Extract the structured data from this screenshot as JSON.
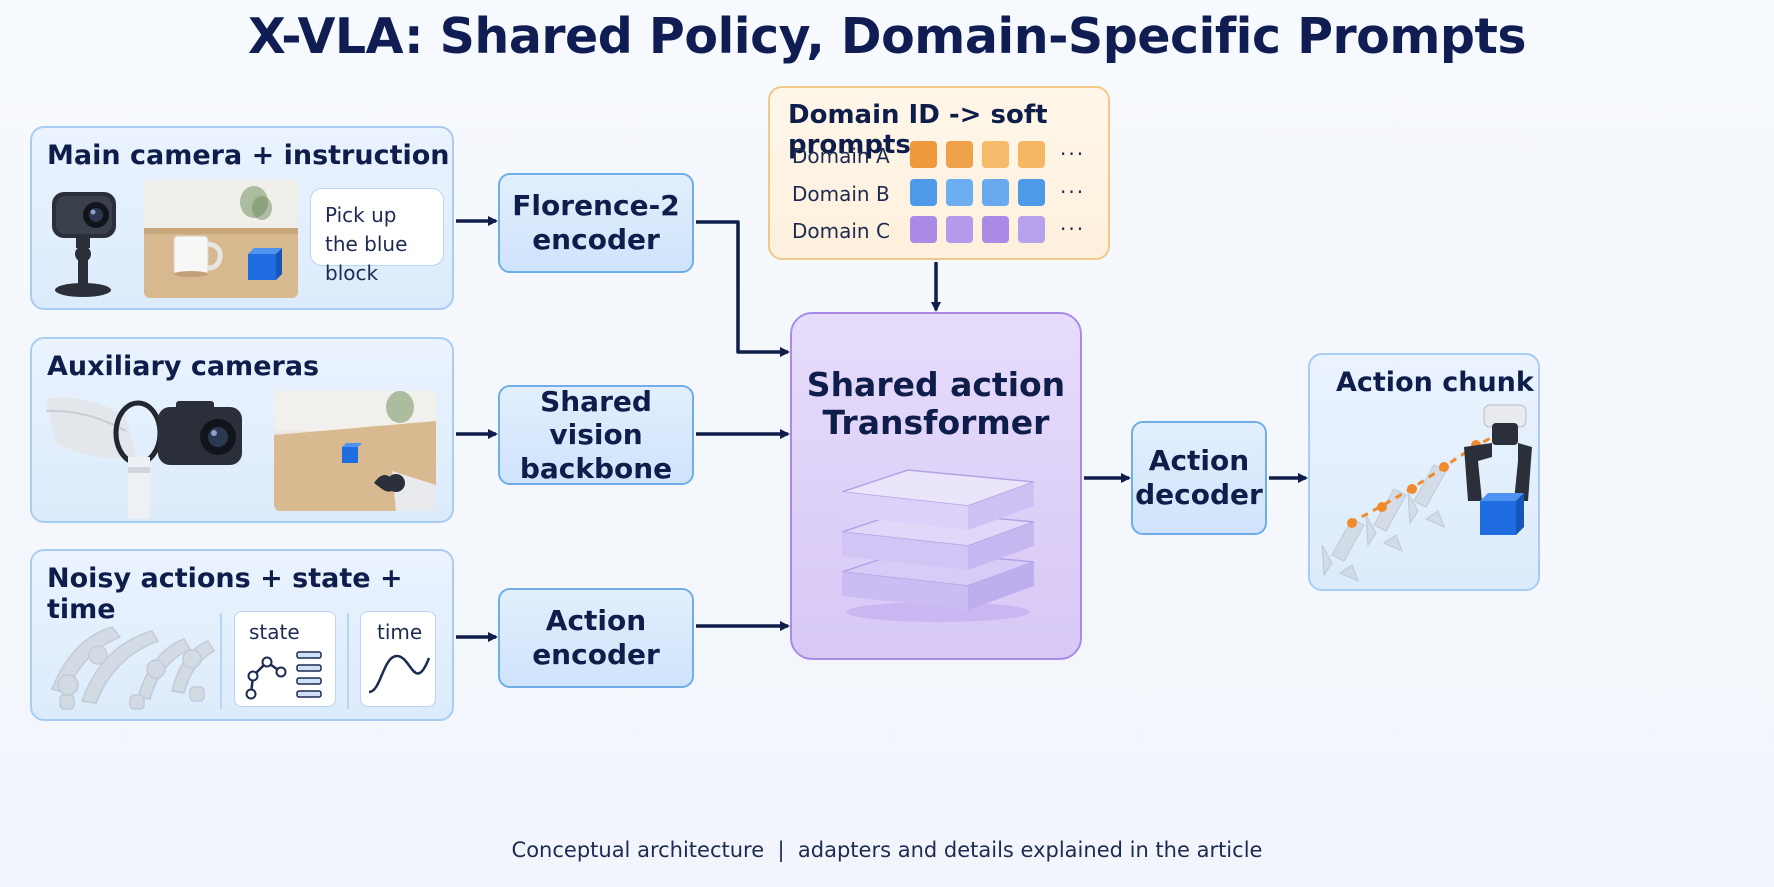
{
  "title": "X-VLA: Shared Policy, Domain-Specific Prompts",
  "inputs": {
    "main": {
      "title": "Main camera + instruction",
      "instruction_line1": "Pick up",
      "instruction_line2": "the blue block"
    },
    "auxiliary": {
      "title": "Auxiliary cameras"
    },
    "noisy": {
      "title": "Noisy actions + state + time",
      "state_label": "state",
      "time_label": "time"
    }
  },
  "encoders": {
    "florence_line1": "Florence-2",
    "florence_line2": "encoder",
    "vision_line1": "Shared vision",
    "vision_line2": "backbone",
    "action_line1": "Action",
    "action_line2": "encoder"
  },
  "prompts": {
    "title": "Domain ID -> soft prompts",
    "domains": [
      {
        "label": "Domain A",
        "dots": "···",
        "colors": [
          "#ee9a3c",
          "#f0a24a",
          "#f6bb6a",
          "#f5b764"
        ]
      },
      {
        "label": "Domain B",
        "dots": "···",
        "colors": [
          "#4f9ae8",
          "#6caeef",
          "#69aaee",
          "#4f9ae8"
        ]
      },
      {
        "label": "Domain C",
        "dots": "···",
        "colors": [
          "#a98be6",
          "#b39aea",
          "#a98be6",
          "#b8a1ec"
        ]
      }
    ]
  },
  "transformer": {
    "line1": "Shared action",
    "line2": "Transformer"
  },
  "decoder": {
    "line1": "Action",
    "line2": "decoder"
  },
  "output": {
    "title": "Action chunk"
  },
  "caption": "Conceptual architecture  |  adapters and details explained in the article",
  "colors": {
    "arrow": "#0f1d4a",
    "panel_border": "#a9cdf2",
    "box_border": "#6faee8",
    "transformer_border": "#a98be6",
    "prompts_border": "#f1c98a",
    "trajectory": "#f08a2c"
  }
}
